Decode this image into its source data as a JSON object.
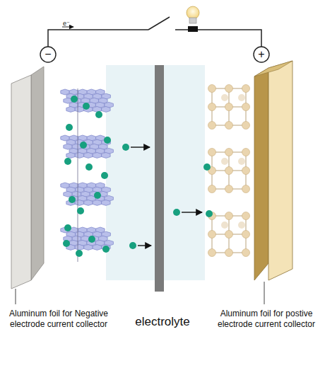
{
  "diagram": {
    "labels": [
      "e⁻",
      "−",
      "+",
      "Aluminum foil for Negative electrode current collector",
      "electrolyte",
      "Aluminum foil for postive electrode current collector"
    ]
  }
}
